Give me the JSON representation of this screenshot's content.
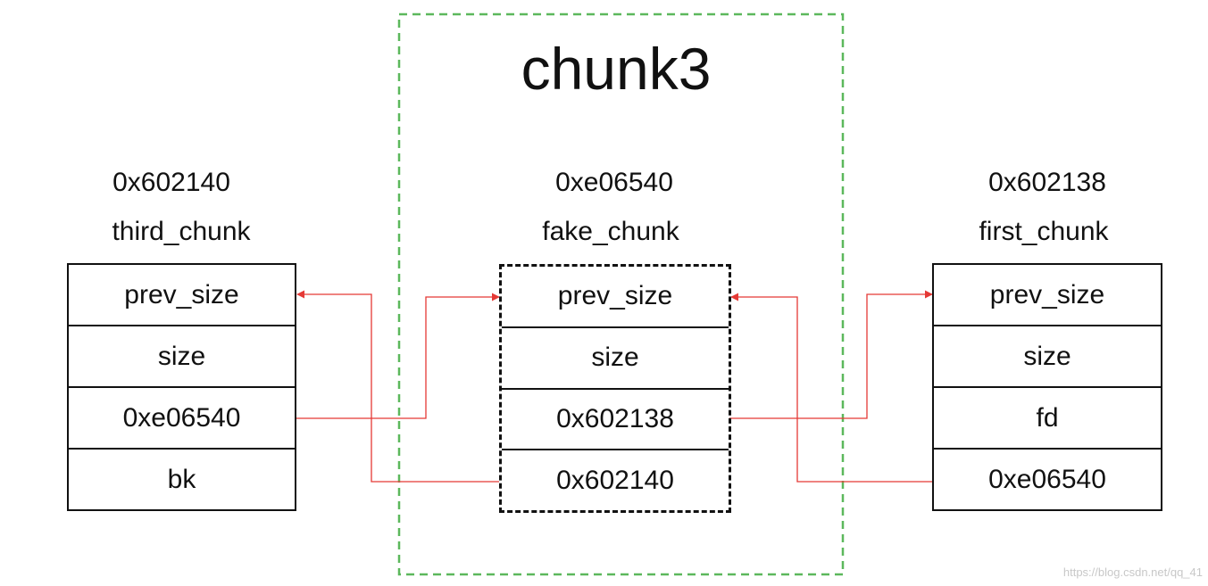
{
  "title": "chunk3",
  "colors": {
    "group_border": "#5cb85c",
    "arrow": "#e53935",
    "box_border": "#111111"
  },
  "chunks": {
    "third": {
      "address": "0x602140",
      "name": "third_chunk",
      "cells": [
        "prev_size",
        "size",
        "0xe06540",
        "bk"
      ]
    },
    "fake": {
      "address": "0xe06540",
      "name": "fake_chunk",
      "cells": [
        "prev_size",
        "size",
        "0x602138",
        "0x602140"
      ]
    },
    "first": {
      "address": "0x602138",
      "name": "first_chunk",
      "cells": [
        "prev_size",
        "size",
        "fd",
        "0xe06540"
      ]
    }
  },
  "watermark": "https://blog.csdn.net/qq_41"
}
